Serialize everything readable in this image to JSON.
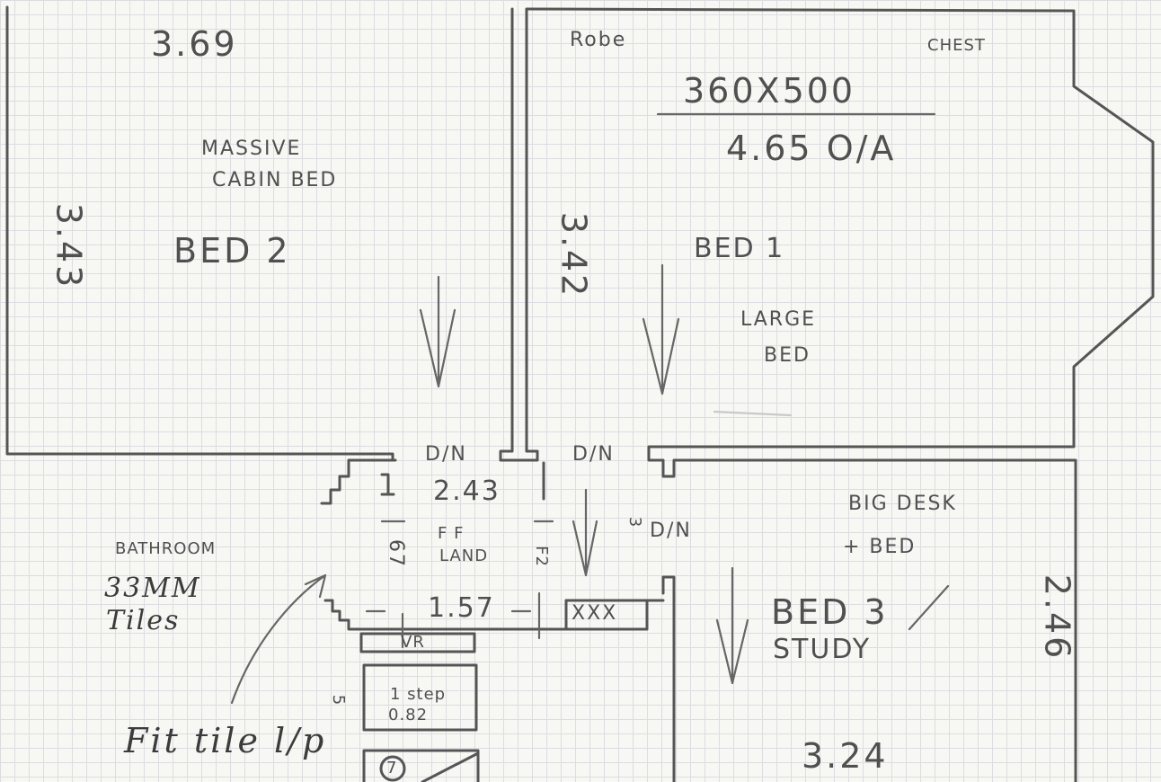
{
  "bed2": {
    "width": "3.69",
    "depth": "3.43",
    "note_line1": "MASSIVE",
    "note_line2": "CABIN BED",
    "name": "BED 2"
  },
  "bed1": {
    "robe": "Robe",
    "chest": "CHEST",
    "size": "360X500",
    "overall": "4.65 O/A",
    "depth": "3.42",
    "name": "BED 1",
    "note_line1": "LARGE",
    "note_line2": "BED"
  },
  "landing": {
    "door_bed2": "D/N",
    "door_bed1": "D/N",
    "door_bed3": "D/N",
    "door_bed3_marker": "3",
    "width": "2.43",
    "label_line1": "F F",
    "label_line2": "LAND",
    "side_left": "67",
    "side_right": "F2",
    "bottom": "1.57",
    "cupboard": "XXX",
    "vr": "VR",
    "step_number": "5",
    "step_line1": "1 step",
    "step_line2": "0.82",
    "stair_number": "7"
  },
  "bathroom": {
    "name": "BATHROOM",
    "tiles_line1": "33MM",
    "tiles_line2": "Tiles",
    "note": "Fit tile l/p"
  },
  "bed3": {
    "note_line1": "BIG DESK",
    "note_line2": "+ BED",
    "name_line1": "BED 3",
    "name_line2": "STUDY",
    "depth": "2.46",
    "width": "3.24"
  }
}
